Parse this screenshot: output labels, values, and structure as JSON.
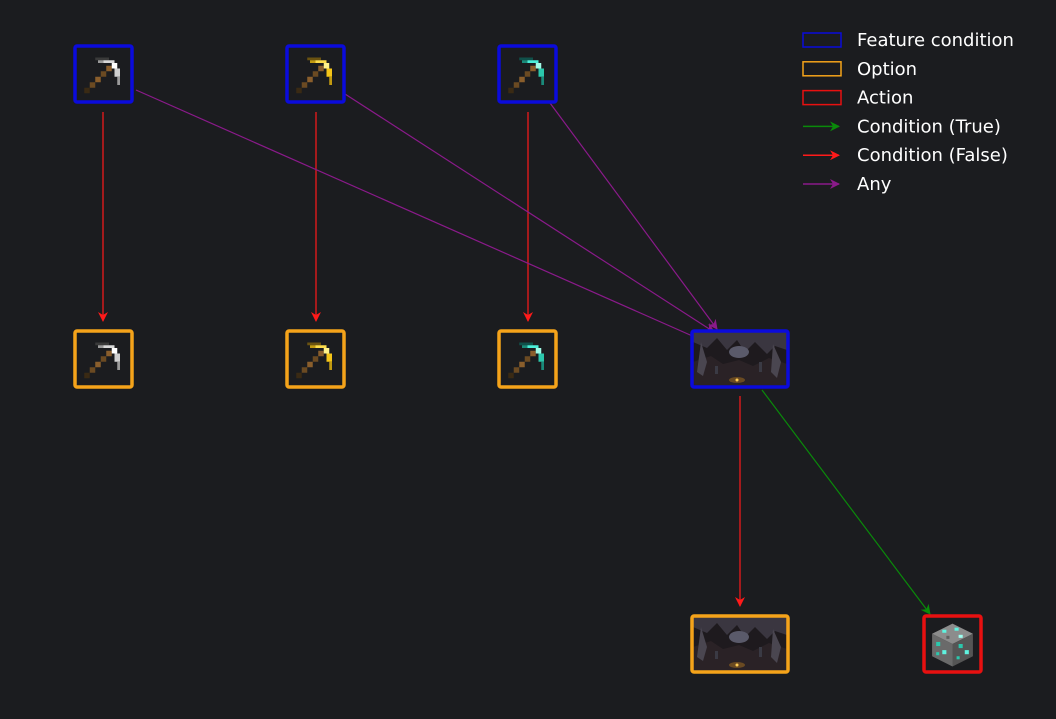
{
  "colors": {
    "background": "#1b1c1f",
    "feature_condition": "#0b0bdc",
    "option": "#f5a31a",
    "action": "#e81010",
    "condition_true": "#0a8a0a",
    "condition_false": "#ff1a1a",
    "any": "#8a1a8a",
    "legend_text": "#ffffff"
  },
  "legend": [
    {
      "id": "feature-condition",
      "label": "Feature condition",
      "kind": "box",
      "color_key": "feature_condition"
    },
    {
      "id": "option",
      "label": "Option",
      "kind": "box",
      "color_key": "option"
    },
    {
      "id": "action",
      "label": "Action",
      "kind": "box",
      "color_key": "action"
    },
    {
      "id": "condition-true",
      "label": "Condition (True)",
      "kind": "arrow",
      "color_key": "condition_true"
    },
    {
      "id": "condition-false",
      "label": "Condition (False)",
      "kind": "arrow",
      "color_key": "condition_false"
    },
    {
      "id": "any",
      "label": "Any",
      "kind": "arrow",
      "color_key": "any"
    }
  ],
  "nodes": [
    {
      "id": "iron-pickaxe-condition",
      "type": "feature_condition",
      "icon": "iron-pickaxe-icon"
    },
    {
      "id": "gold-pickaxe-condition",
      "type": "feature_condition",
      "icon": "gold-pickaxe-icon"
    },
    {
      "id": "diamond-pickaxe-condition",
      "type": "feature_condition",
      "icon": "diamond-pickaxe-icon"
    },
    {
      "id": "iron-pickaxe-option",
      "type": "option",
      "icon": "iron-pickaxe-icon"
    },
    {
      "id": "gold-pickaxe-option",
      "type": "option",
      "icon": "gold-pickaxe-icon"
    },
    {
      "id": "diamond-pickaxe-option",
      "type": "option",
      "icon": "diamond-pickaxe-icon"
    },
    {
      "id": "cave-condition",
      "type": "feature_condition",
      "icon": "cave-image-icon"
    },
    {
      "id": "cave-option",
      "type": "option",
      "icon": "cave-image-icon"
    },
    {
      "id": "diamond-ore-action",
      "type": "action",
      "icon": "diamond-ore-icon"
    }
  ],
  "edges": [
    {
      "from": "iron-pickaxe-condition",
      "to": "iron-pickaxe-option",
      "kind": "condition_false"
    },
    {
      "from": "gold-pickaxe-condition",
      "to": "gold-pickaxe-option",
      "kind": "condition_false"
    },
    {
      "from": "diamond-pickaxe-condition",
      "to": "diamond-pickaxe-option",
      "kind": "condition_false"
    },
    {
      "from": "iron-pickaxe-condition",
      "to": "cave-condition",
      "kind": "any"
    },
    {
      "from": "gold-pickaxe-condition",
      "to": "cave-condition",
      "kind": "any"
    },
    {
      "from": "diamond-pickaxe-condition",
      "to": "cave-condition",
      "kind": "any"
    },
    {
      "from": "cave-condition",
      "to": "cave-option",
      "kind": "condition_false"
    },
    {
      "from": "cave-condition",
      "to": "diamond-ore-action",
      "kind": "condition_true"
    }
  ]
}
